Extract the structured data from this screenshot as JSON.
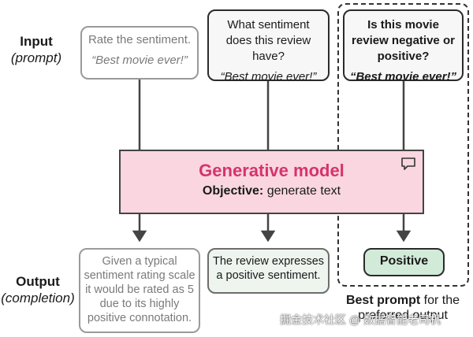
{
  "input_label": {
    "main": "Input",
    "sub": "(prompt)"
  },
  "output_label": {
    "main": "Output",
    "sub": "(completion)"
  },
  "prompts": [
    {
      "text": "Rate the sentiment.",
      "quote": "“Best movie ever!”"
    },
    {
      "text": "What sentiment does this review have?",
      "quote": "“Best movie ever!”"
    },
    {
      "text": "Is this movie review negative or positive?",
      "quote": "“Best movie ever!”"
    }
  ],
  "model": {
    "title": "Generative model",
    "objective_label": "Objective:",
    "objective_text": "generate text"
  },
  "outputs": [
    {
      "text": "Given a typical sentiment rating scale it would be rated as 5 due to its highly positive connotation."
    },
    {
      "text": "The review expresses a positive sentiment."
    },
    {
      "text": "Positive"
    }
  ],
  "best_caption": {
    "bold": "Best prompt",
    "rest": "for the preferred output"
  },
  "watermark": "掘金技术社区 @ 数据智能老司机",
  "colors": {
    "model_fill": "#f9d6e0",
    "model_title": "#d6336c",
    "best_output_fill": "#d2ebd9",
    "mid_output_fill": "#eef5ef"
  },
  "icons": {
    "chat": "chat-bubble-icon"
  }
}
